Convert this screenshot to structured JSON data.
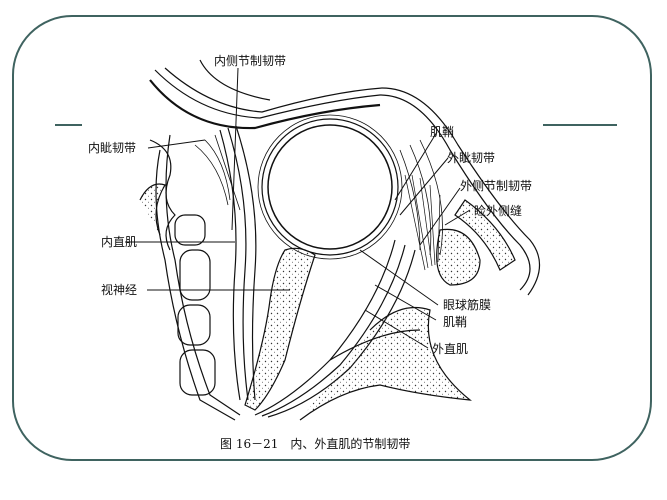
{
  "figure": {
    "caption": "图 16－21　内、外直肌的节制韧带",
    "frame_color": "#3f6360",
    "labels": {
      "top_medial_check_ligament": "内侧节制韧带",
      "medial_canthal_ligament": "内眦韧带",
      "medial_rectus": "内直肌",
      "optic_nerve": "视神经",
      "muscle_sheath_upper": "肌鞘",
      "lateral_canthal_ligament": "外眦韧带",
      "lateral_check_ligament": "外侧节制韧带",
      "lateral_palpebral_raphe": "睑外侧缝",
      "tenon_capsule": "眼球筋膜",
      "muscle_sheath_lower": "肌鞘",
      "lateral_rectus": "外直肌"
    }
  }
}
